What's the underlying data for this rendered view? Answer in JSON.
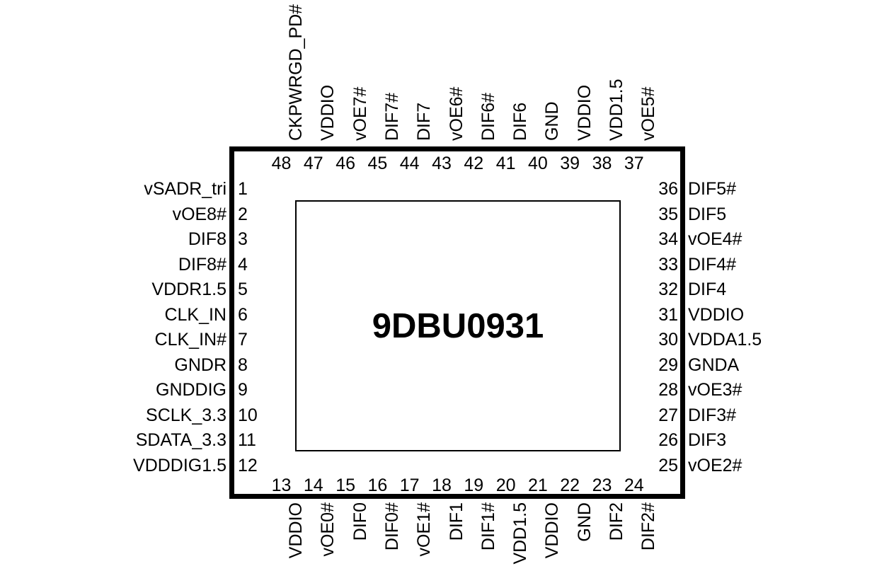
{
  "diagram": {
    "type": "ic-pinout-diagram",
    "part_number": "9DBU0931",
    "package": "48-pin",
    "colors": {
      "outline": "#000000",
      "text": "#000000",
      "background": "#ffffff"
    }
  },
  "pins": {
    "left": [
      {
        "num": "1",
        "name": "vSADR_tri"
      },
      {
        "num": "2",
        "name": "vOE8#"
      },
      {
        "num": "3",
        "name": "DIF8"
      },
      {
        "num": "4",
        "name": "DIF8#"
      },
      {
        "num": "5",
        "name": "VDDR1.5"
      },
      {
        "num": "6",
        "name": "CLK_IN"
      },
      {
        "num": "7",
        "name": "CLK_IN#"
      },
      {
        "num": "8",
        "name": "GNDR"
      },
      {
        "num": "9",
        "name": "GNDDIG"
      },
      {
        "num": "10",
        "name": "SCLK_3.3"
      },
      {
        "num": "11",
        "name": "SDATA_3.3"
      },
      {
        "num": "12",
        "name": "VDDDIG1.5"
      }
    ],
    "bottom": [
      {
        "num": "13",
        "name": "VDDIO"
      },
      {
        "num": "14",
        "name": "vOE0#"
      },
      {
        "num": "15",
        "name": "DIF0"
      },
      {
        "num": "16",
        "name": "DIF0#"
      },
      {
        "num": "17",
        "name": "vOE1#"
      },
      {
        "num": "18",
        "name": "DIF1"
      },
      {
        "num": "19",
        "name": "DIF1#"
      },
      {
        "num": "20",
        "name": "VDD1.5"
      },
      {
        "num": "21",
        "name": "VDDIO"
      },
      {
        "num": "22",
        "name": "GND"
      },
      {
        "num": "23",
        "name": "DIF2"
      },
      {
        "num": "24",
        "name": "DIF2#"
      }
    ],
    "right": [
      {
        "num": "36",
        "name": "DIF5#"
      },
      {
        "num": "35",
        "name": "DIF5"
      },
      {
        "num": "34",
        "name": "vOE4#"
      },
      {
        "num": "33",
        "name": "DIF4#"
      },
      {
        "num": "32",
        "name": "DIF4"
      },
      {
        "num": "31",
        "name": "VDDIO"
      },
      {
        "num": "30",
        "name": "VDDA1.5"
      },
      {
        "num": "29",
        "name": "GNDA"
      },
      {
        "num": "28",
        "name": "vOE3#"
      },
      {
        "num": "27",
        "name": "DIF3#"
      },
      {
        "num": "26",
        "name": "DIF3"
      },
      {
        "num": "25",
        "name": "vOE2#"
      }
    ],
    "top": [
      {
        "num": "48",
        "name": "CKPWRGD_PD#"
      },
      {
        "num": "47",
        "name": "VDDIO"
      },
      {
        "num": "46",
        "name": "vOE7#"
      },
      {
        "num": "45",
        "name": "DIF7#"
      },
      {
        "num": "44",
        "name": "DIF7"
      },
      {
        "num": "43",
        "name": "vOE6#"
      },
      {
        "num": "42",
        "name": "DIF6#"
      },
      {
        "num": "41",
        "name": "DIF6"
      },
      {
        "num": "40",
        "name": "GND"
      },
      {
        "num": "39",
        "name": "VDDIO"
      },
      {
        "num": "38",
        "name": "VDD1.5"
      },
      {
        "num": "37",
        "name": "vOE5#"
      }
    ]
  }
}
